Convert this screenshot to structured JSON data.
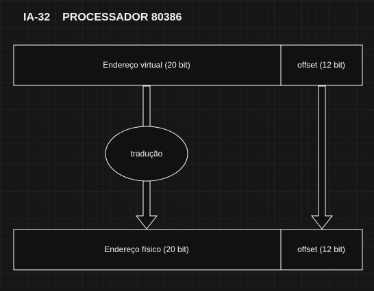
{
  "header": {
    "arch": "IA-32",
    "processor": "PROCESSADOR 80386"
  },
  "diagram": {
    "virtual_address_label": "Endereço virtual (20 bit)",
    "virtual_offset_label": "offset (12 bit)",
    "translation_label": "tradução",
    "physical_address_label": "Endereço físico (20 bit)",
    "physical_offset_label": "offset (12 bit)"
  },
  "colors": {
    "background": "#161616",
    "grid": "#242424",
    "box_fill": "#111111",
    "stroke": "#ffffff",
    "text": "#f0f0f0"
  }
}
